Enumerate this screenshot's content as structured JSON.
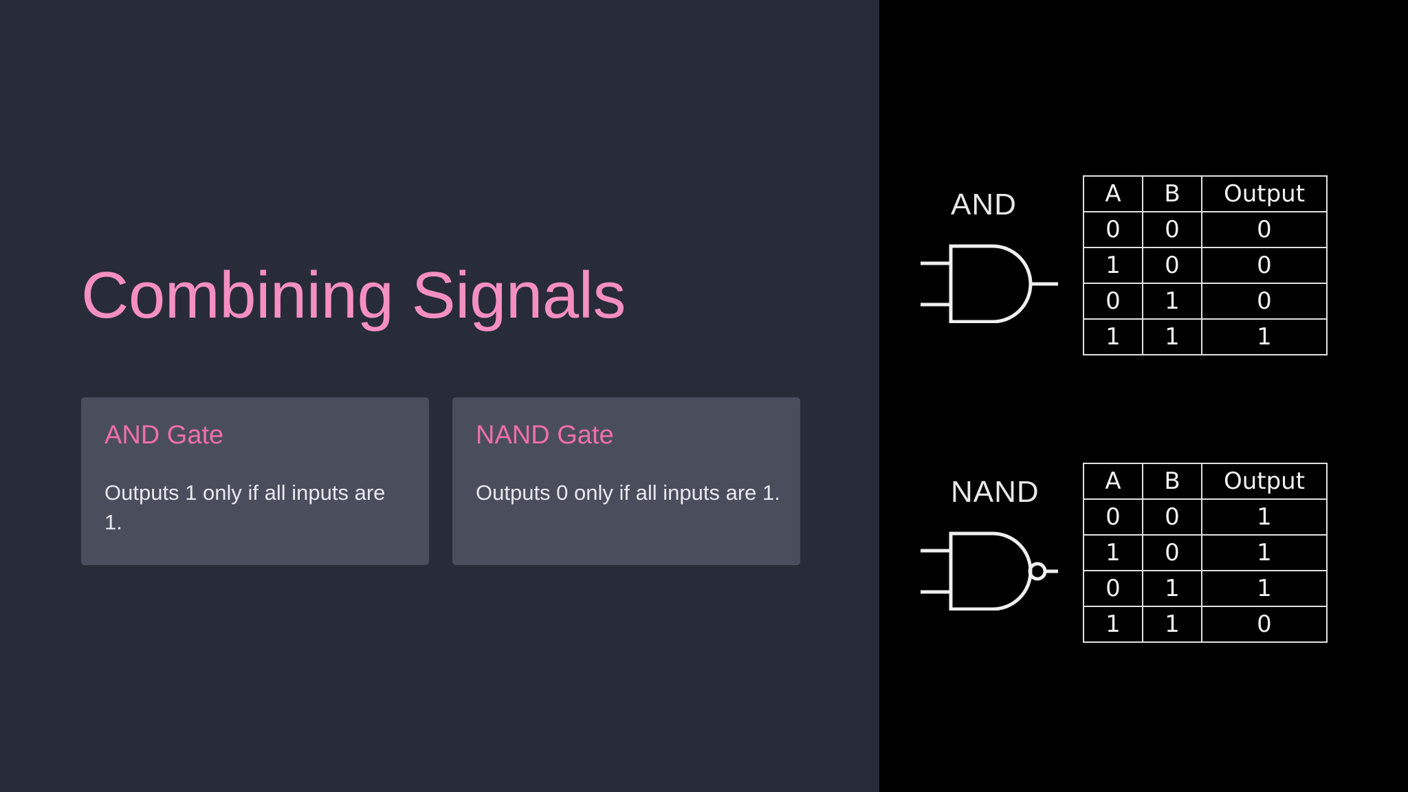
{
  "slide": {
    "title": "Combining Signals",
    "title_color": "#F58FC2",
    "background_color": "#282C38",
    "panel_background_color": "#000000"
  },
  "cards": [
    {
      "title": "AND Gate",
      "body": "Outputs 1 only if all inputs are 1.",
      "title_color": "#F06FA8",
      "background_color": "#4A4E5C"
    },
    {
      "title": "NAND Gate",
      "body": "Outputs 0 only if all inputs are 1.",
      "title_color": "#F06FA8",
      "background_color": "#4A4E5C"
    }
  ],
  "diagrams": [
    {
      "label": "AND",
      "symbol": "and-gate-symbol",
      "truth_table": {
        "headers": [
          "A",
          "B",
          "Output"
        ],
        "rows": [
          [
            "0",
            "0",
            "0"
          ],
          [
            "1",
            "0",
            "0"
          ],
          [
            "0",
            "1",
            "0"
          ],
          [
            "1",
            "1",
            "1"
          ]
        ]
      }
    },
    {
      "label": "NAND",
      "symbol": "nand-gate-symbol",
      "truth_table": {
        "headers": [
          "A",
          "B",
          "Output"
        ],
        "rows": [
          [
            "0",
            "0",
            "1"
          ],
          [
            "1",
            "0",
            "1"
          ],
          [
            "0",
            "1",
            "1"
          ],
          [
            "1",
            "1",
            "0"
          ]
        ]
      }
    }
  ]
}
